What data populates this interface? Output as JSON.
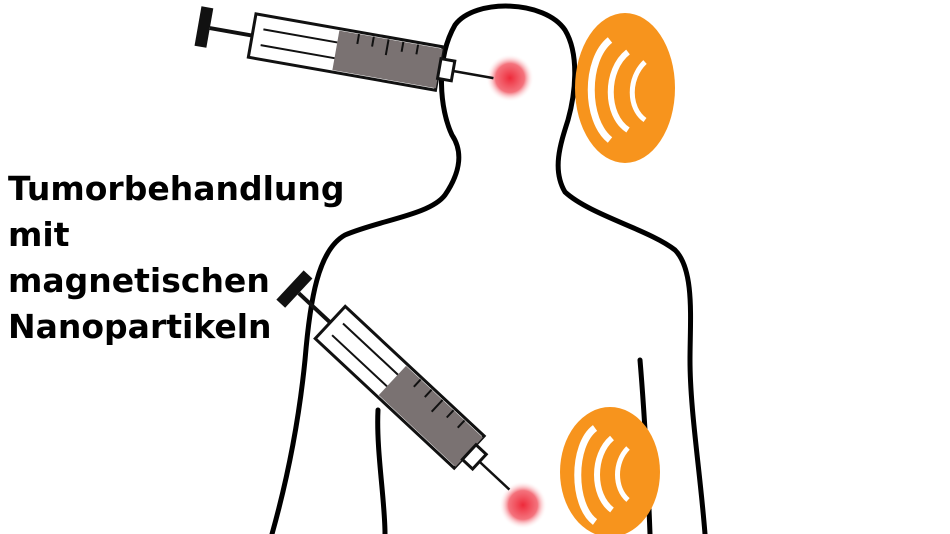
{
  "title_lines": [
    "Tumorbehandlung",
    "mit",
    "magnetischen",
    "Nanopartikeln"
  ],
  "colors": {
    "coil": "#f7941d",
    "tumor": "#ee3344",
    "outline": "#000000",
    "syringe_barrel_fill": "#7a7272"
  },
  "elements": {
    "syringes": 2,
    "coils": 2,
    "tumors": 2
  }
}
